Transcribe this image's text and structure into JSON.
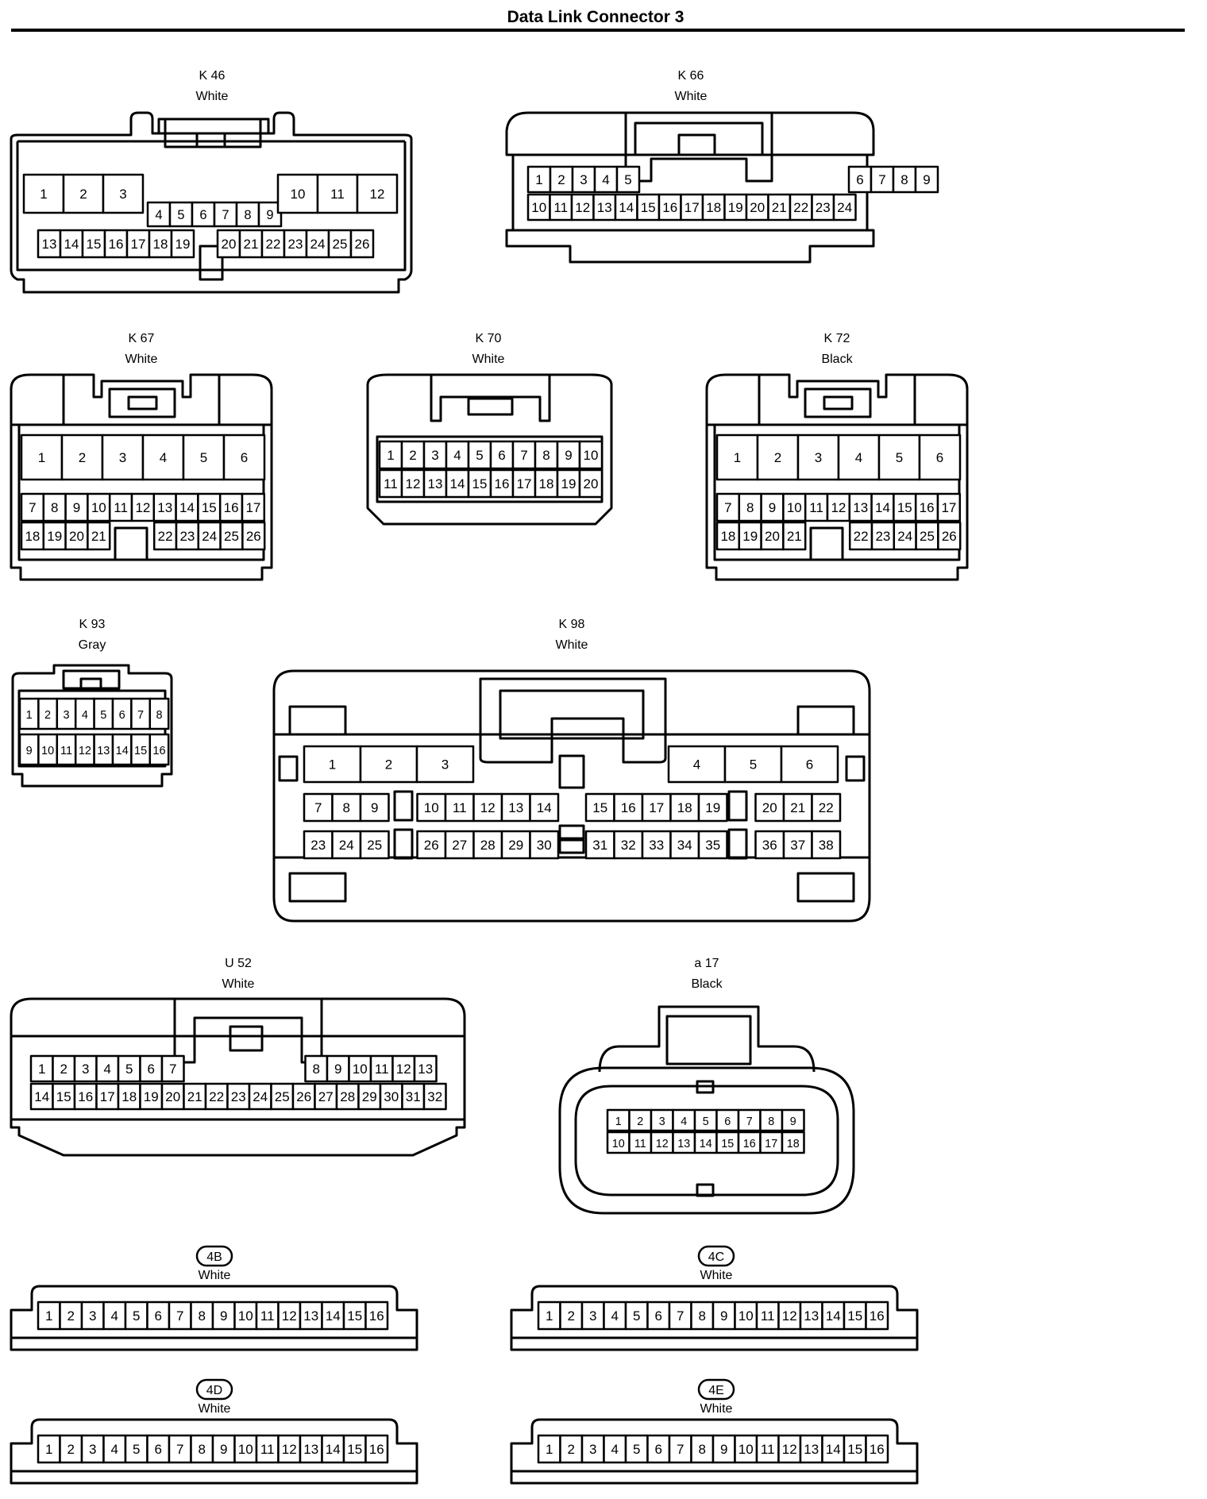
{
  "title": "Data Link Connector 3",
  "connectors": [
    {
      "id": "k46",
      "name": "K 46",
      "color": "White",
      "rows": [
        [
          1,
          2,
          3,
          4,
          5,
          6,
          7,
          8,
          9,
          10,
          11,
          12
        ],
        [
          13,
          14,
          15,
          16,
          17,
          18,
          19,
          20,
          21,
          22,
          23,
          24,
          25,
          26
        ]
      ]
    },
    {
      "id": "k66",
      "name": "K 66",
      "color": "White",
      "rows": [
        [
          1,
          2,
          3,
          4,
          5,
          6,
          7,
          8,
          9
        ],
        [
          10,
          11,
          12,
          13,
          14,
          15,
          16,
          17,
          18,
          19,
          20,
          21,
          22,
          23,
          24
        ]
      ]
    },
    {
      "id": "k67",
      "name": "K 67",
      "color": "White",
      "rows": [
        [
          1,
          2,
          3,
          4,
          5,
          6
        ],
        [
          7,
          8,
          9,
          10,
          11,
          12,
          13,
          14,
          15,
          16,
          17
        ],
        [
          18,
          19,
          20,
          21,
          22,
          23,
          24,
          25,
          26
        ]
      ]
    },
    {
      "id": "k70",
      "name": "K 70",
      "color": "White",
      "rows": [
        [
          1,
          2,
          3,
          4,
          5,
          6,
          7,
          8,
          9,
          10
        ],
        [
          11,
          12,
          13,
          14,
          15,
          16,
          17,
          18,
          19,
          20
        ]
      ]
    },
    {
      "id": "k72",
      "name": "K 72",
      "color": "Black",
      "rows": [
        [
          1,
          2,
          3,
          4,
          5,
          6
        ],
        [
          7,
          8,
          9,
          10,
          11,
          12,
          13,
          14,
          15,
          16,
          17
        ],
        [
          18,
          19,
          20,
          21,
          22,
          23,
          24,
          25,
          26
        ]
      ]
    },
    {
      "id": "k93",
      "name": "K 93",
      "color": "Gray",
      "rows": [
        [
          1,
          2,
          3,
          4,
          5,
          6,
          7,
          8
        ],
        [
          9,
          10,
          11,
          12,
          13,
          14,
          15,
          16
        ]
      ]
    },
    {
      "id": "k98",
      "name": "K 98",
      "color": "White",
      "rows": [
        [
          1,
          2,
          3,
          4,
          5,
          6
        ],
        [
          7,
          8,
          9,
          10,
          11,
          12,
          13,
          14,
          15,
          16,
          17,
          18,
          19,
          20,
          21,
          22
        ],
        [
          23,
          24,
          25,
          26,
          27,
          28,
          29,
          30,
          31,
          32,
          33,
          34,
          35,
          36,
          37,
          38
        ]
      ]
    },
    {
      "id": "u52",
      "name": "U 52",
      "color": "White",
      "rows": [
        [
          1,
          2,
          3,
          4,
          5,
          6,
          7,
          8,
          9,
          10,
          11,
          12,
          13
        ],
        [
          14,
          15,
          16,
          17,
          18,
          19,
          20,
          21,
          22,
          23,
          24,
          25,
          26,
          27,
          28,
          29,
          30,
          31,
          32
        ]
      ]
    },
    {
      "id": "a17",
      "name": "a 17",
      "color": "Black",
      "rows": [
        [
          1,
          2,
          3,
          4,
          5,
          6,
          7,
          8,
          9
        ],
        [
          10,
          11,
          12,
          13,
          14,
          15,
          16,
          17,
          18
        ]
      ]
    },
    {
      "id": "4b",
      "name": "4B",
      "color": "White",
      "badge": true,
      "rows": [
        [
          1,
          2,
          3,
          4,
          5,
          6,
          7,
          8,
          9,
          10,
          11,
          12,
          13,
          14,
          15,
          16
        ]
      ]
    },
    {
      "id": "4c",
      "name": "4C",
      "color": "White",
      "badge": true,
      "rows": [
        [
          1,
          2,
          3,
          4,
          5,
          6,
          7,
          8,
          9,
          10,
          11,
          12,
          13,
          14,
          15,
          16
        ]
      ]
    },
    {
      "id": "4d",
      "name": "4D",
      "color": "White",
      "badge": true,
      "rows": [
        [
          1,
          2,
          3,
          4,
          5,
          6,
          7,
          8,
          9,
          10,
          11,
          12,
          13,
          14,
          15,
          16
        ]
      ]
    },
    {
      "id": "4e",
      "name": "4E",
      "color": "White",
      "badge": true,
      "rows": [
        [
          1,
          2,
          3,
          4,
          5,
          6,
          7,
          8,
          9,
          10,
          11,
          12,
          13,
          14,
          15,
          16
        ]
      ]
    }
  ]
}
